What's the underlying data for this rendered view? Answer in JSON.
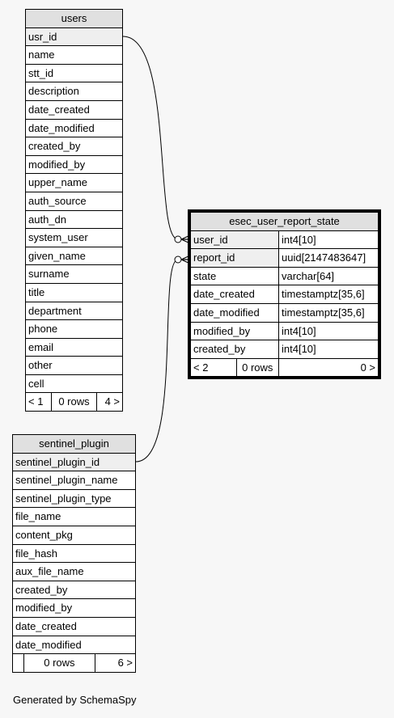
{
  "users": {
    "title": "users",
    "columns": [
      "usr_id",
      "name",
      "stt_id",
      "description",
      "date_created",
      "date_modified",
      "created_by",
      "modified_by",
      "upper_name",
      "auth_source",
      "auth_dn",
      "system_user",
      "given_name",
      "surname",
      "title",
      "department",
      "phone",
      "email",
      "other",
      "cell"
    ],
    "footer": [
      "< 1",
      "0 rows",
      "4 >"
    ]
  },
  "sentinel_plugin": {
    "title": "sentinel_plugin",
    "columns": [
      "sentinel_plugin_id",
      "sentinel_plugin_name",
      "sentinel_plugin_type",
      "file_name",
      "content_pkg",
      "file_hash",
      "aux_file_name",
      "created_by",
      "modified_by",
      "date_created",
      "date_modified"
    ],
    "footer": [
      "",
      "0 rows",
      "6 >"
    ]
  },
  "esec_user_report_state": {
    "title": "esec_user_report_state",
    "columns": [
      {
        "name": "user_id",
        "type": "int4[10]"
      },
      {
        "name": "report_id",
        "type": "uuid[2147483647]"
      },
      {
        "name": "state",
        "type": "varchar[64]"
      },
      {
        "name": "date_created",
        "type": "timestamptz[35,6]"
      },
      {
        "name": "date_modified",
        "type": "timestamptz[35,6]"
      },
      {
        "name": "modified_by",
        "type": "int4[10]"
      },
      {
        "name": "created_by",
        "type": "int4[10]"
      }
    ],
    "footer": [
      "< 2",
      "0 rows",
      "0 >"
    ]
  },
  "footer_text": "Generated by SchemaSpy"
}
